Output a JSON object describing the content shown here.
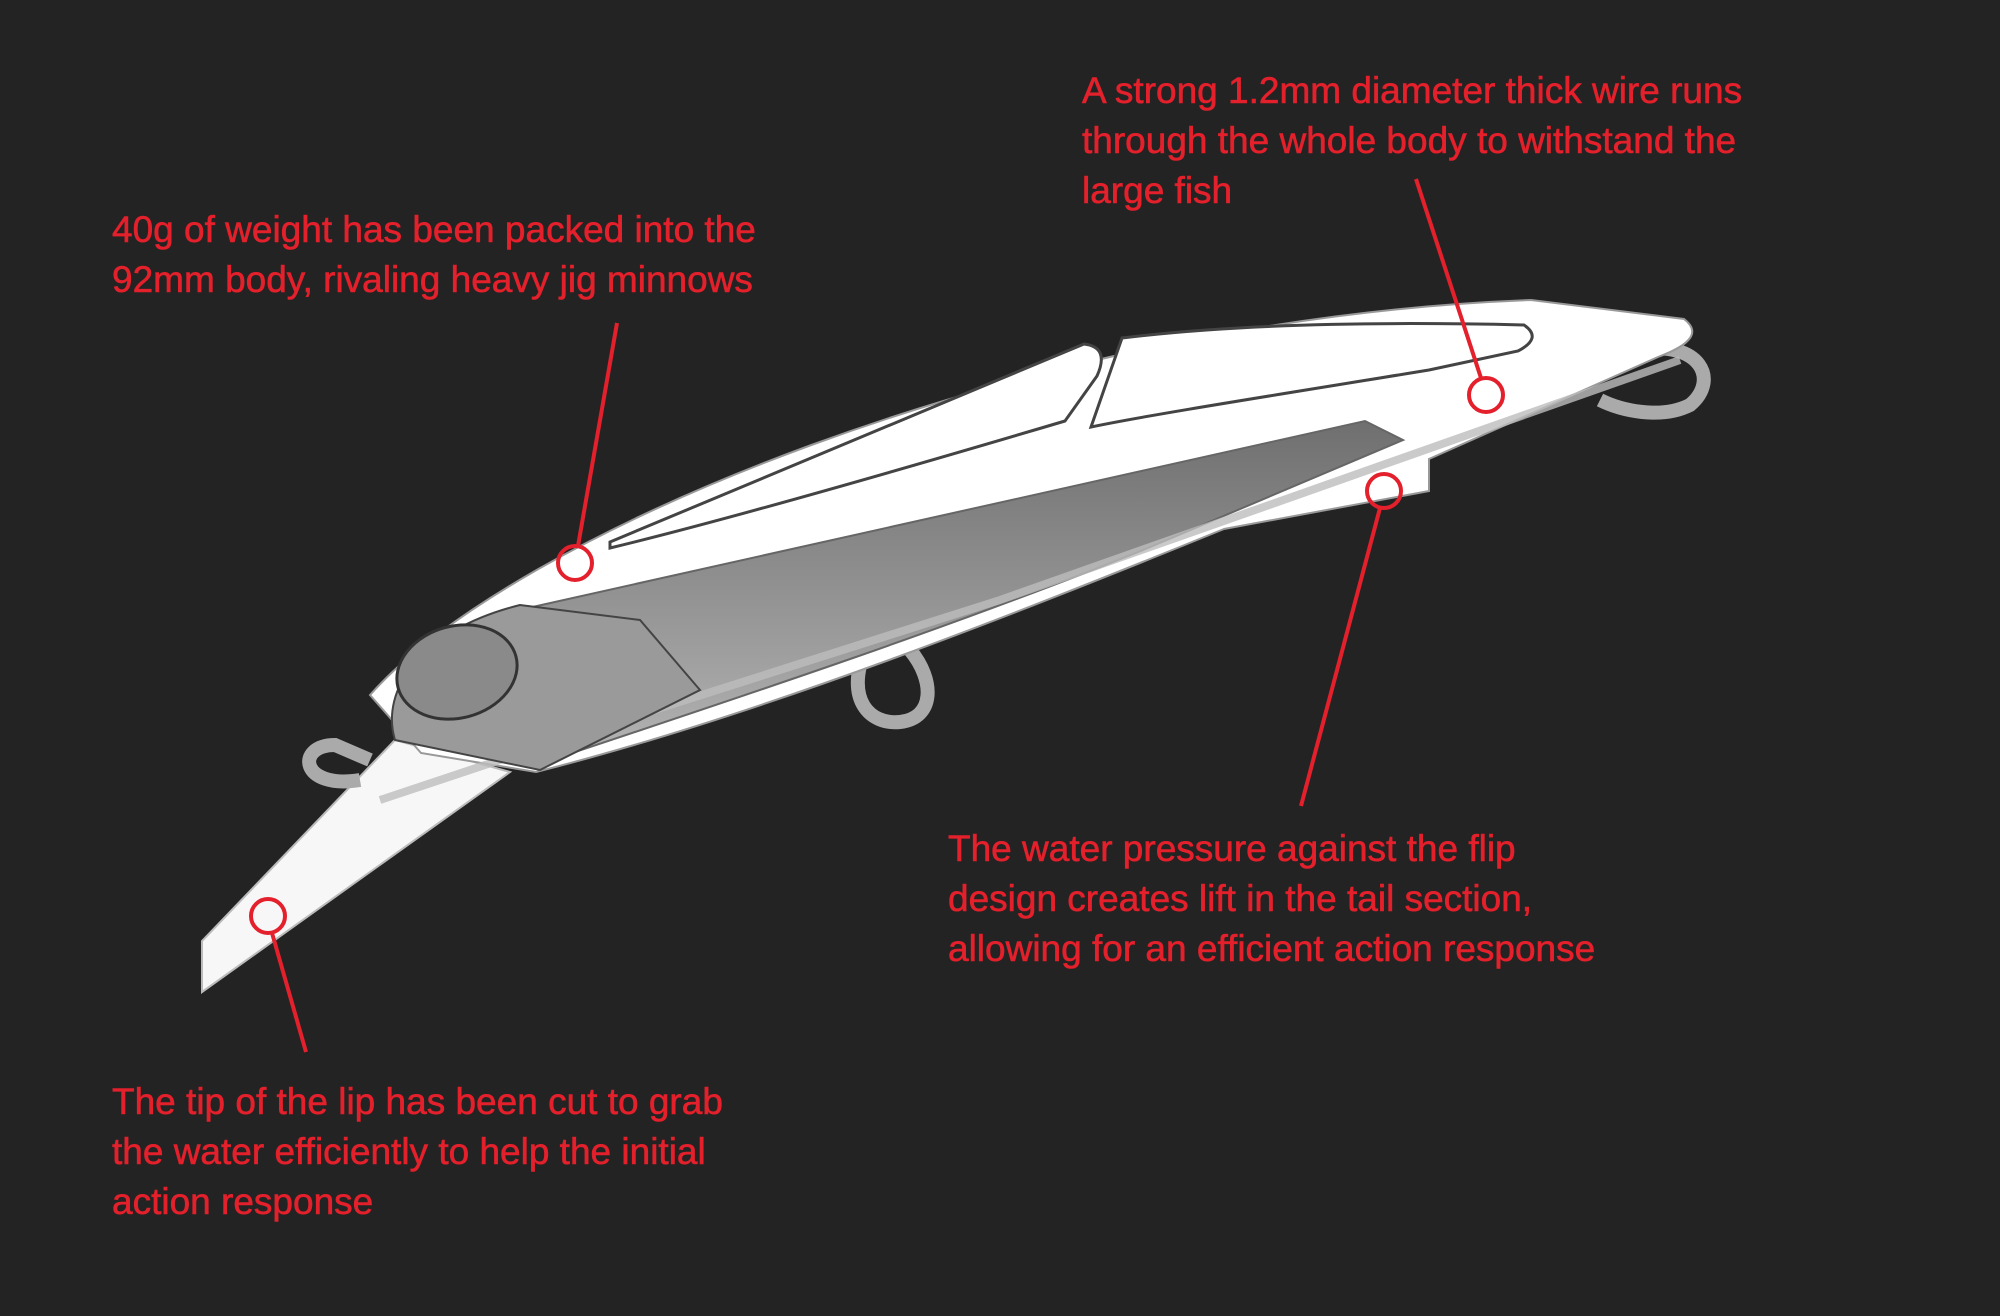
{
  "colors": {
    "background": "#232323",
    "annotation": "#e3202b",
    "body": "#ffffff",
    "core": "#8a8a8a"
  },
  "annotations": {
    "wire": {
      "lines": [
        "A strong 1.2mm diameter thick wire runs",
        "through the whole body to withstand the",
        "large fish"
      ]
    },
    "weight": {
      "lines": [
        "40g of weight has been packed into the",
        "92mm body, rivaling heavy jig minnows"
      ]
    },
    "flip": {
      "lines": [
        "The water pressure against the flip",
        "design creates lift in the tail section,",
        "allowing for an efficient action response"
      ]
    },
    "lip": {
      "lines": [
        "The tip of the lip has been cut to grab",
        "the water efficiently to help the initial",
        "action response"
      ]
    }
  }
}
